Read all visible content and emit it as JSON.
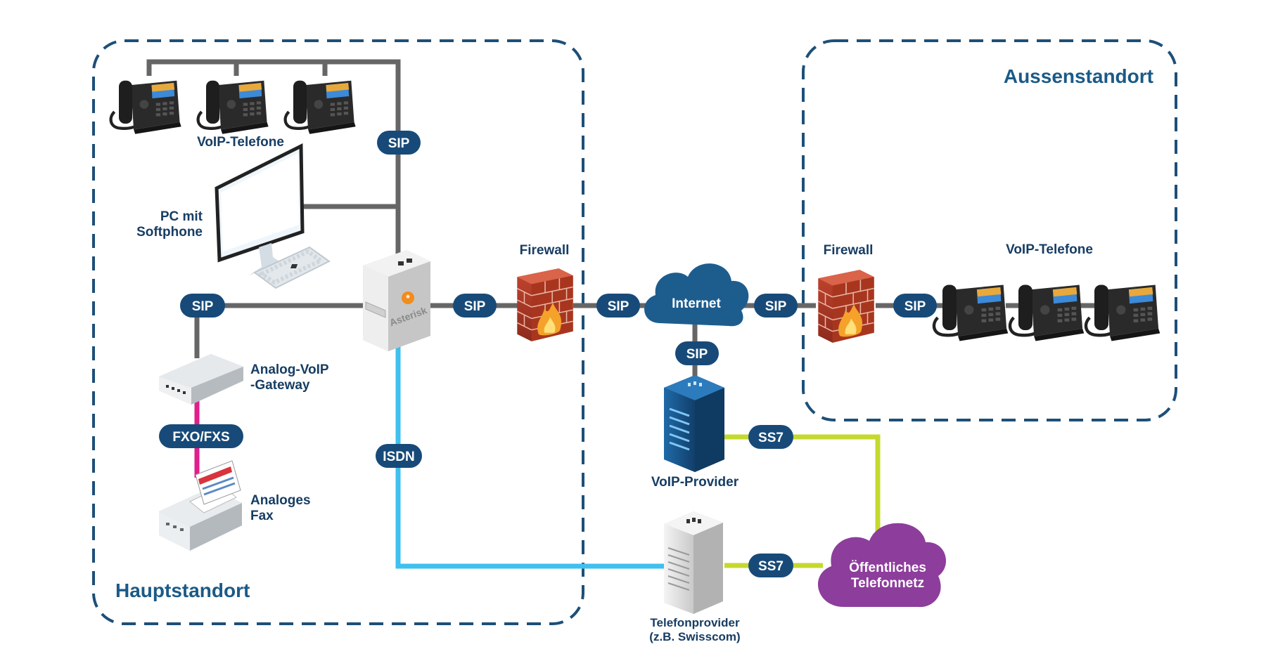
{
  "sites": {
    "main": "Hauptstandort",
    "remote": "Aussenstandort"
  },
  "labels": {
    "voip_phones_main": "VoIP-Telefone",
    "pc_line1": "PC mit",
    "pc_line2": "Softphone",
    "asterisk": "Asterisk",
    "firewall_main": "Firewall",
    "firewall_remote": "Firewall",
    "voip_phones_remote": "VoIP-Telefone",
    "gateway_line1": "Analog-VoIP",
    "gateway_line2": "-Gateway",
    "fax_line1": "Analoges",
    "fax_line2": "Fax",
    "voip_provider": "VoIP-Provider",
    "tel_provider_line1": "Telefonprovider",
    "tel_provider_line2": "(z.B. Swisscom)"
  },
  "clouds": {
    "internet": "Internet",
    "pstn_line1": "Öffentliches",
    "pstn_line2": "Telefonnetz"
  },
  "connections": {
    "sip_phones": "SIP",
    "sip_gateway": "SIP",
    "sip_asterisk_firewall": "SIP",
    "sip_firewall_internet": "SIP",
    "sip_internet_firewall": "SIP",
    "sip_firewall_phones": "SIP",
    "sip_internet_provider": "SIP",
    "fxo_fxs": "FXO/FXS",
    "isdn": "ISDN",
    "ss7_voip": "SS7",
    "ss7_tel": "SS7"
  },
  "colors": {
    "site_border": "#1d4f78",
    "pill": "#174a78",
    "line_sip": "#666666",
    "line_isdn": "#3fc0ee",
    "line_fxo": "#e01e8c",
    "line_ss7": "#c4d92e",
    "cloud_internet": "#1d5d8e",
    "cloud_pstn": "#8d3d9c"
  }
}
